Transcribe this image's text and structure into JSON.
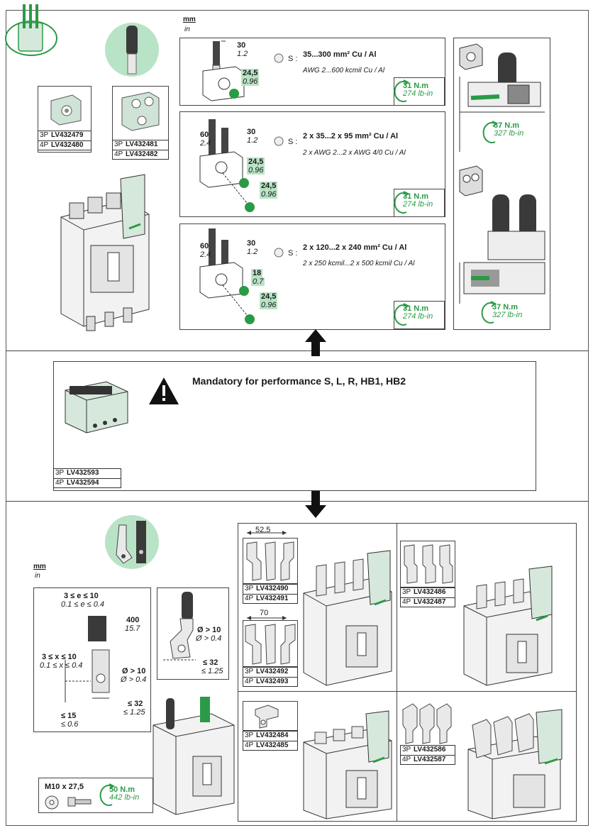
{
  "units": {
    "mm": "mm",
    "in": "in"
  },
  "top": {
    "cases": [
      {
        "dim_a_mm": "30",
        "dim_a_in": "1.2",
        "dim_b_mm": "24,5",
        "dim_b_in": "0.96",
        "section_prefix": "S :",
        "section": "35...300 mm² Cu / Al",
        "section_awg": "AWG 2...600 kcmil Cu / Al",
        "torque_nm": "31 N.m",
        "torque_lbin": "274 lb-in"
      },
      {
        "dim_h_mm": "60",
        "dim_h_in": "2.4",
        "dim_a_mm": "30",
        "dim_a_in": "1.2",
        "dim_b_mm": "24,5",
        "dim_b_in": "0.96",
        "dim_c_mm": "24,5",
        "dim_c_in": "0.96",
        "section_prefix": "S :",
        "section": "2 x 35...2 x 95 mm² Cu / Al",
        "section_awg": "2 x AWG 2...2 x AWG 4/0 Cu / Al",
        "torque_nm": "31 N.m",
        "torque_lbin": "274 lb-in"
      },
      {
        "dim_h_mm": "60",
        "dim_h_in": "2.4",
        "dim_a_mm": "30",
        "dim_a_in": "1.2",
        "dim_b_mm": "18",
        "dim_b_in": "0.7",
        "dim_c_mm": "24,5",
        "dim_c_in": "0.96",
        "section_prefix": "S :",
        "section": "2 x 120...2 x 240 mm² Cu / Al",
        "section_awg": "2 x 250 kcmil...2 x 500 kcmil Cu / Al",
        "torque_nm": "31 N.m",
        "torque_lbin": "274 lb-in"
      }
    ],
    "side_torques": [
      {
        "nm": "37 N.m",
        "lbin": "327 lb-in"
      },
      {
        "nm": "37 N.m",
        "lbin": "327 lb-in"
      }
    ],
    "refs_a": [
      {
        "p": "3P",
        "code": "LV432479"
      },
      {
        "p": "4P",
        "code": "LV432480"
      }
    ],
    "refs_b": [
      {
        "p": "3P",
        "code": "LV432481"
      },
      {
        "p": "4P",
        "code": "LV432482"
      }
    ]
  },
  "middle": {
    "warning": "Mandatory for performance S, L, R, HB1, HB2",
    "refs": [
      {
        "p": "3P",
        "code": "LV432593"
      },
      {
        "p": "4P",
        "code": "LV432594"
      }
    ]
  },
  "bottom": {
    "bar_dims": {
      "e_mm": "3 ≤ e ≤ 10",
      "e_in": "0.1 ≤ e ≤ 0.4",
      "x_mm": "3 ≤ x ≤ 10",
      "x_in": "0.1 ≤ x ≤ 0.4",
      "len_mm": "400",
      "len_in": "15.7",
      "hole_mm": "Ø > 10",
      "hole_in": "Ø > 0.4",
      "edge_mm": "≤ 32",
      "edge_in": "≤ 1.25",
      "w_mm": "≤ 15",
      "w_in": "≤ 0.6"
    },
    "lug_dims": {
      "hole_mm": "Ø > 10",
      "hole_in": "Ø > 0.4",
      "edge_mm": "≤ 32",
      "edge_in": "≤ 1.25"
    },
    "bolt": {
      "label": "M10 x 27,5",
      "torque_nm": "50 N.m",
      "torque_lbin": "442 lb-in"
    },
    "spacing_1": "52,5",
    "spacing_2": "70",
    "refs_1": [
      {
        "p": "3P",
        "code": "LV432490"
      },
      {
        "p": "4P",
        "code": "LV432491"
      }
    ],
    "refs_2": [
      {
        "p": "3P",
        "code": "LV432492"
      },
      {
        "p": "4P",
        "code": "LV432493"
      }
    ],
    "refs_3": [
      {
        "p": "3P",
        "code": "LV432484"
      },
      {
        "p": "4P",
        "code": "LV432485"
      }
    ],
    "refs_4": [
      {
        "p": "3P",
        "code": "LV432486"
      },
      {
        "p": "4P",
        "code": "LV432487"
      }
    ],
    "refs_5": [
      {
        "p": "3P",
        "code": "LV432586"
      },
      {
        "p": "4P",
        "code": "LV432587"
      }
    ]
  },
  "colors": {
    "accent_green": "#2a9a46",
    "highlight": "#b9e3c6",
    "product_green": "#d6e8dc"
  }
}
